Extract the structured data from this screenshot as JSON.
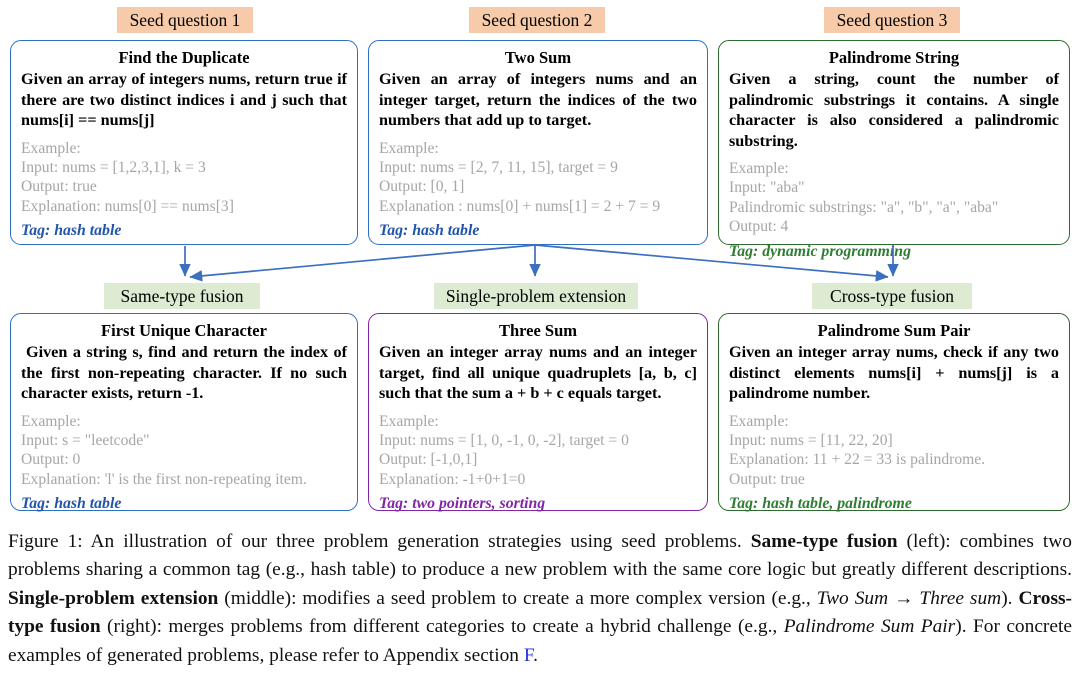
{
  "figure": {
    "chips": {
      "seed": [
        "Seed question 1",
        "Seed question 2",
        "Seed question 3"
      ],
      "strategies": [
        "Same-type fusion",
        "Single-problem extension",
        "Cross-type fusion"
      ]
    },
    "colors": {
      "seed_chip_bg": "#F7CBA9",
      "strategy_chip_bg": "#DCEBD2",
      "blue_border": "#2D6FC4",
      "green_border": "#2E6B2E",
      "purple_border": "#8226A8",
      "arrow": "#3B6FBF",
      "example_text": "#A6A6A6",
      "link": "#2633D6"
    },
    "seed_cards": [
      {
        "title": "Find the Duplicate",
        "description": "Given an array of integers nums, return true if there are two distinct indices i and j such that nums[i] == nums[j]",
        "example": [
          "Example:",
          "Input: nums = [1,2,3,1], k = 3",
          "Output: true",
          "Explanation: nums[0] == nums[3]"
        ],
        "tag": "Tag: hash table",
        "border": "blue",
        "tag_color": "blue"
      },
      {
        "title": "Two Sum",
        "description": "Given an array of integers nums and an integer target, return the indices of the two numbers that add up to target.",
        "example": [
          "Example:",
          "Input: nums = [2, 7, 11, 15], target = 9",
          "Output: [0, 1]",
          "Explanation : nums[0] + nums[1] = 2 + 7 = 9"
        ],
        "tag": "Tag: hash table",
        "border": "blue",
        "tag_color": "blue"
      },
      {
        "title": "Palindrome String",
        "description": "Given a string, count the number of palindromic substrings it contains. A single character is also considered a palindromic substring.",
        "example": [
          "Example:",
          "Input: \"aba\"",
          "Palindromic substrings: \"a\", \"b\", \"a\", \"aba\"",
          "Output: 4"
        ],
        "tag": "Tag: dynamic programming",
        "border": "green",
        "tag_color": "green"
      }
    ],
    "generated_cards": [
      {
        "title": "First Unique Character",
        "description": "Given a string s, find and return the index of the first non-repeating character. If no such character exists, return -1.",
        "example": [
          "Example:",
          "Input: s = \"leetcode\"",
          "Output: 0",
          "Explanation: 'l' is the first non-repeating item."
        ],
        "tag": "Tag: hash table",
        "border": "blue",
        "tag_color": "blue"
      },
      {
        "title": "Three Sum",
        "description": "Given an integer array nums and an integer target, find all unique quadruplets [a, b, c] such that the sum a + b + c equals target.",
        "example": [
          "Example:",
          "Input: nums = [1, 0, -1, 0, -2], target = 0",
          "Output: [-1,0,1]",
          "Explanation: -1+0+1=0"
        ],
        "tag": "Tag: two pointers, sorting",
        "border": "purple",
        "tag_color": "purple"
      },
      {
        "title": "Palindrome Sum Pair",
        "description": "Given an integer array nums, check if any two distinct elements nums[i] + nums[j] is a palindrome number.",
        "example": [
          "Example:",
          "Input: nums = [11, 22, 20]",
          "Explanation: 11 + 22 = 33 is palindrome.",
          "Output: true"
        ],
        "tag": "Tag: hash table, palindrome",
        "border": "green",
        "tag_color": "green"
      }
    ]
  },
  "caption": {
    "label": "Figure 1:",
    "segments": [
      {
        "text": "Figure 1:  An illustration of our three problem generation strategies using seed problems. ",
        "style": "normal"
      },
      {
        "text": "Same-type fusion",
        "style": "bold"
      },
      {
        "text": " (left): combines two problems sharing a common tag (e.g., hash table) to produce a new problem with the same core logic but greatly different descriptions. ",
        "style": "normal"
      },
      {
        "text": "Single-problem extension",
        "style": "bold"
      },
      {
        "text": " (middle): modifies a seed problem to create a more complex version (e.g., ",
        "style": "normal"
      },
      {
        "text": "Two Sum → Three sum",
        "style": "italic"
      },
      {
        "text": "). ",
        "style": "normal"
      },
      {
        "text": "Cross-type fusion",
        "style": "bold"
      },
      {
        "text": " (right): merges problems from different categories to create a hybrid challenge (e.g., ",
        "style": "normal"
      },
      {
        "text": "Palindrome Sum Pair",
        "style": "italic"
      },
      {
        "text": "). For concrete examples of generated problems, please refer to Appendix section ",
        "style": "normal"
      },
      {
        "text": "F",
        "style": "link"
      },
      {
        "text": ".",
        "style": "normal"
      }
    ]
  }
}
